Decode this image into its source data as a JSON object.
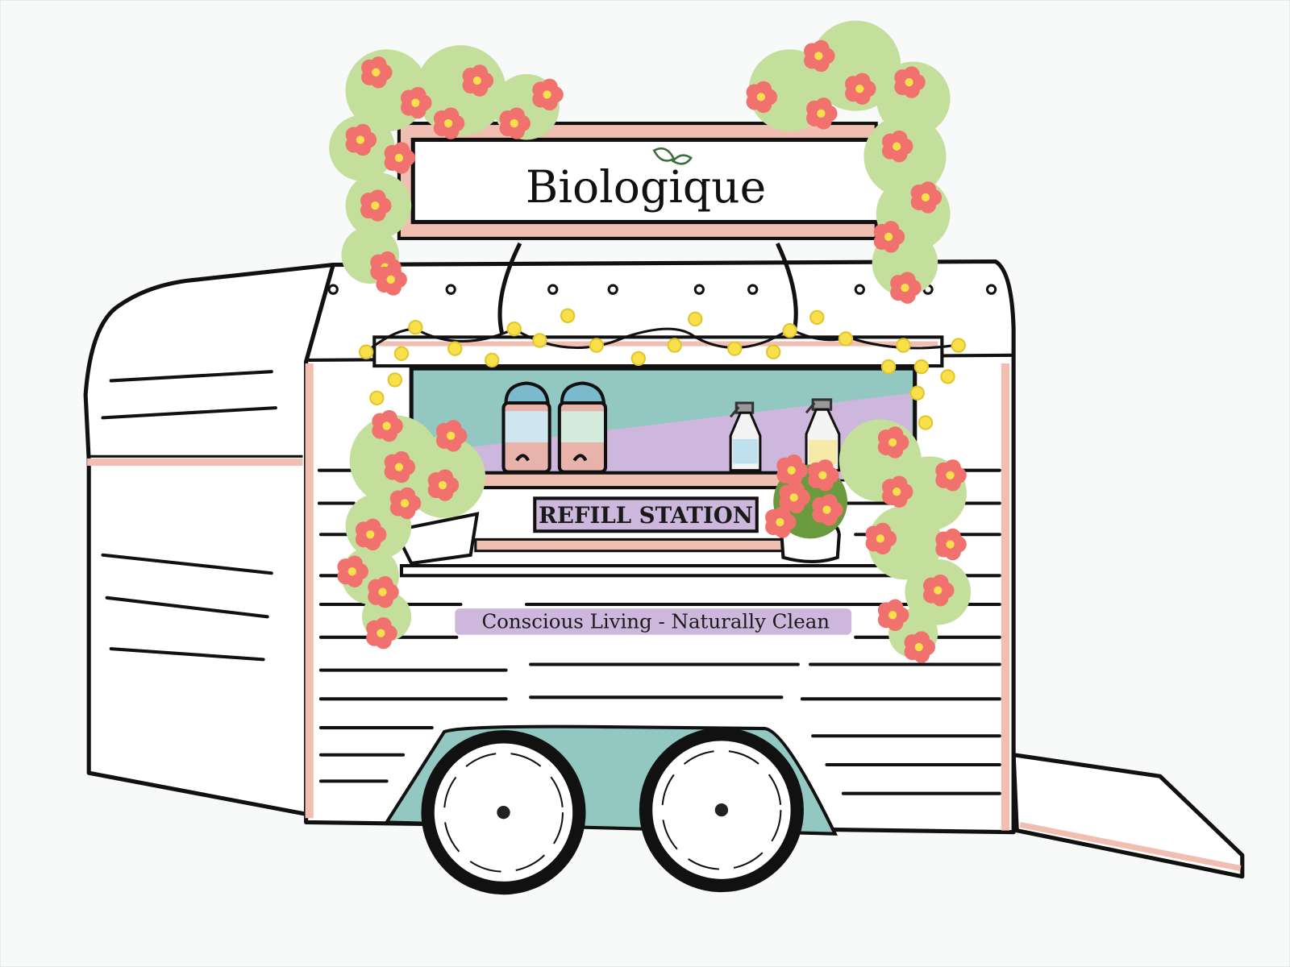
{
  "sign": {
    "brand": "Biologique"
  },
  "counter": {
    "label": "REFILL STATION"
  },
  "tagline": {
    "text": "Conscious Living - Naturally Clean"
  },
  "colors": {
    "background": "#f8f9f9",
    "outline": "#111111",
    "pink_trim": "#f0bfb2",
    "teal": "#93c7c1",
    "lavender": "#cdb7dc",
    "flower": "#f0716e",
    "foliage": "#c4df9c",
    "light_bulb": "#f7e04a"
  }
}
